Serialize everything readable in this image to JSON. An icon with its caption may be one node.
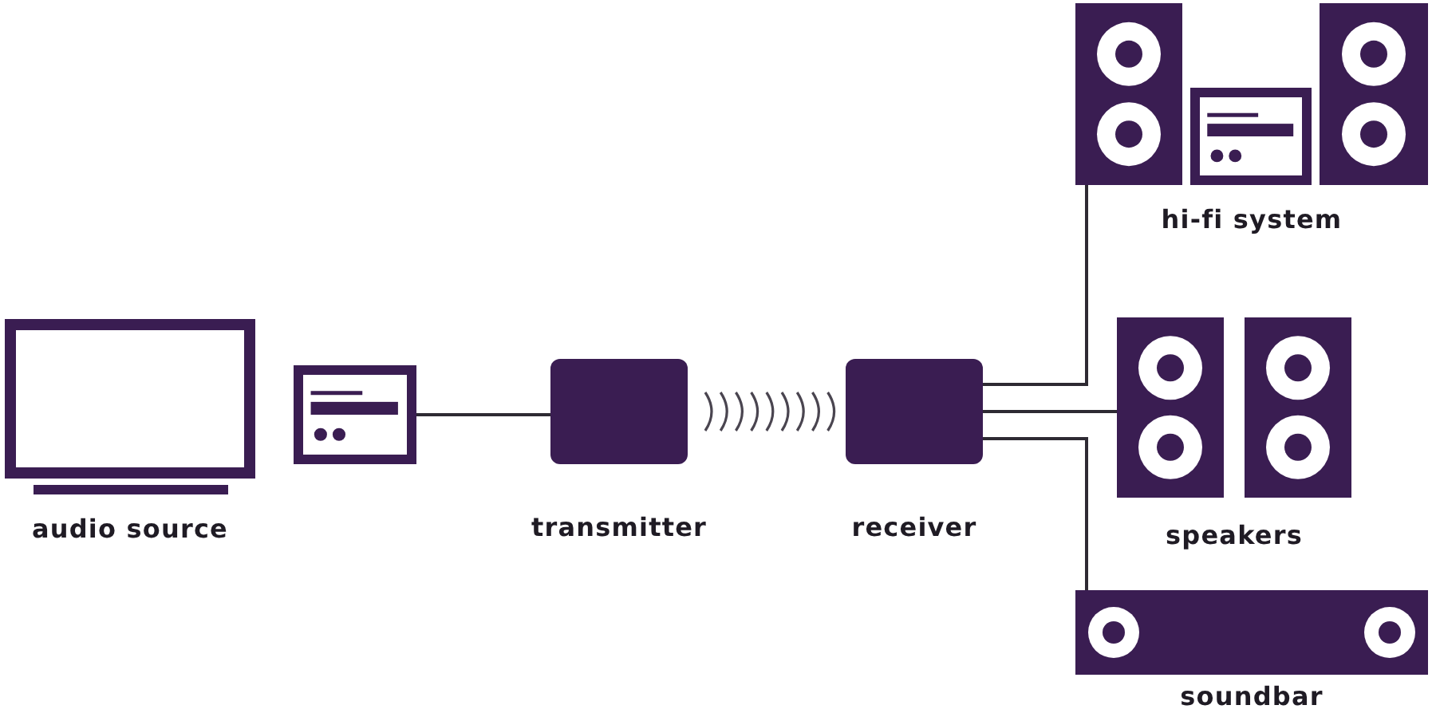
{
  "diagram": {
    "nodes": [
      {
        "text": [
          "audio source"
        ]
      },
      {
        "text": [],
        "shape": "picture"
      },
      {
        "text": [
          "transmitter"
        ]
      },
      {
        "text": [
          "receiver"
        ]
      },
      {
        "text": [
          "hi-fi system"
        ]
      },
      {
        "text": [
          "speakers"
        ]
      },
      {
        "text": [
          "soundbar"
        ]
      }
    ],
    "edges": [
      {
        "from": 1,
        "to": 2,
        "arrow": "none"
      },
      {
        "from": 3,
        "to": 4,
        "arrow": "none"
      },
      {
        "from": 3,
        "to": 5,
        "arrow": "none"
      },
      {
        "from": 3,
        "to": 6,
        "arrow": "none"
      }
    ]
  }
}
